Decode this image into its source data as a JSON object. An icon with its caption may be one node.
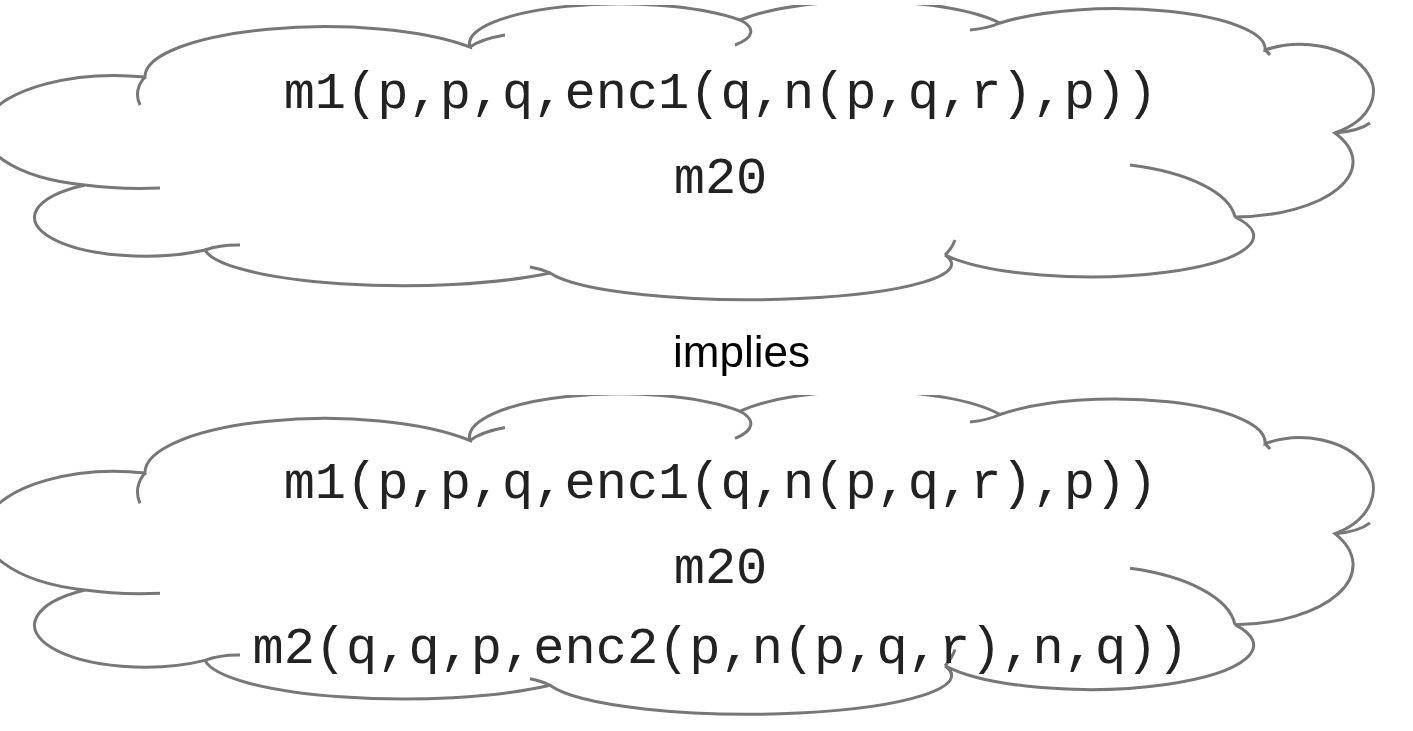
{
  "diagram": {
    "nodes": [
      {
        "text": [
          "m1(p,p,q,enc1(q,n(p,q,r),p))",
          "m20"
        ]
      },
      {
        "text": [
          "m1(p,p,q,enc1(q,n(p,q,r),p))",
          "m20",
          "m2(q,q,p,enc2(p,n(p,q,r),n,q))"
        ]
      }
    ],
    "labels": [
      "implies"
    ]
  }
}
